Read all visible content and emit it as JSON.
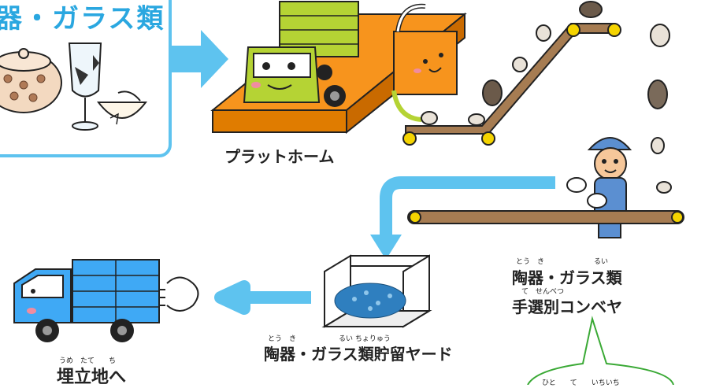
{
  "source_panel": {
    "title": "器・ガラス類"
  },
  "platform": {
    "label": "プラットホーム"
  },
  "sorting_conveyor": {
    "label_line1": "陶器・ガラス類",
    "label_line2": "手選別コンベヤ",
    "ruby_line1": "とう　き　　　　　　　るい",
    "ruby_line2": "て　せんべつ"
  },
  "storage_yard": {
    "label": "陶器・ガラス類貯留ヤード",
    "ruby": "とう　き　　　　　　るい ちょりゅう"
  },
  "landfill": {
    "label": "埋立地へ",
    "ruby": "うめ　たて　　ち"
  },
  "speech_bubble": {
    "text": "ひと　　て　　いちいち"
  },
  "colors": {
    "arrow_blue": "#5ec3ef",
    "platform_orange": "#f7941d",
    "truck_green": "#b5d334",
    "truck_blue": "#3fa9f5",
    "conveyor_yellow": "#f5d400",
    "bubble_green": "#3aa935"
  }
}
